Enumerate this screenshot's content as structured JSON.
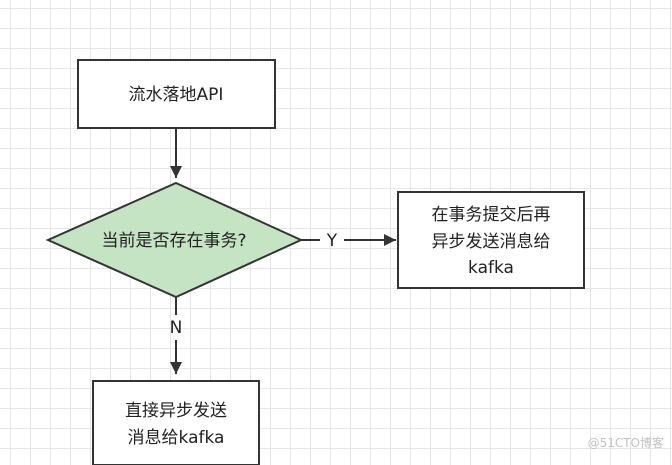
{
  "diagram": {
    "start_node": {
      "label": "流水落地API"
    },
    "decision_node": {
      "label": "当前是否存在事务?"
    },
    "yes_node": {
      "lines": [
        "在事务提交后再",
        "异步发送消息给",
        "kafka"
      ]
    },
    "no_node": {
      "lines": [
        "直接异步发送",
        "消息给kafka"
      ]
    },
    "edges": {
      "yes_label": "Y",
      "no_label": "N"
    },
    "colors": {
      "decision_fill": "#c5e4c4",
      "stroke": "#333333"
    }
  },
  "watermark": "@51CTO博客"
}
